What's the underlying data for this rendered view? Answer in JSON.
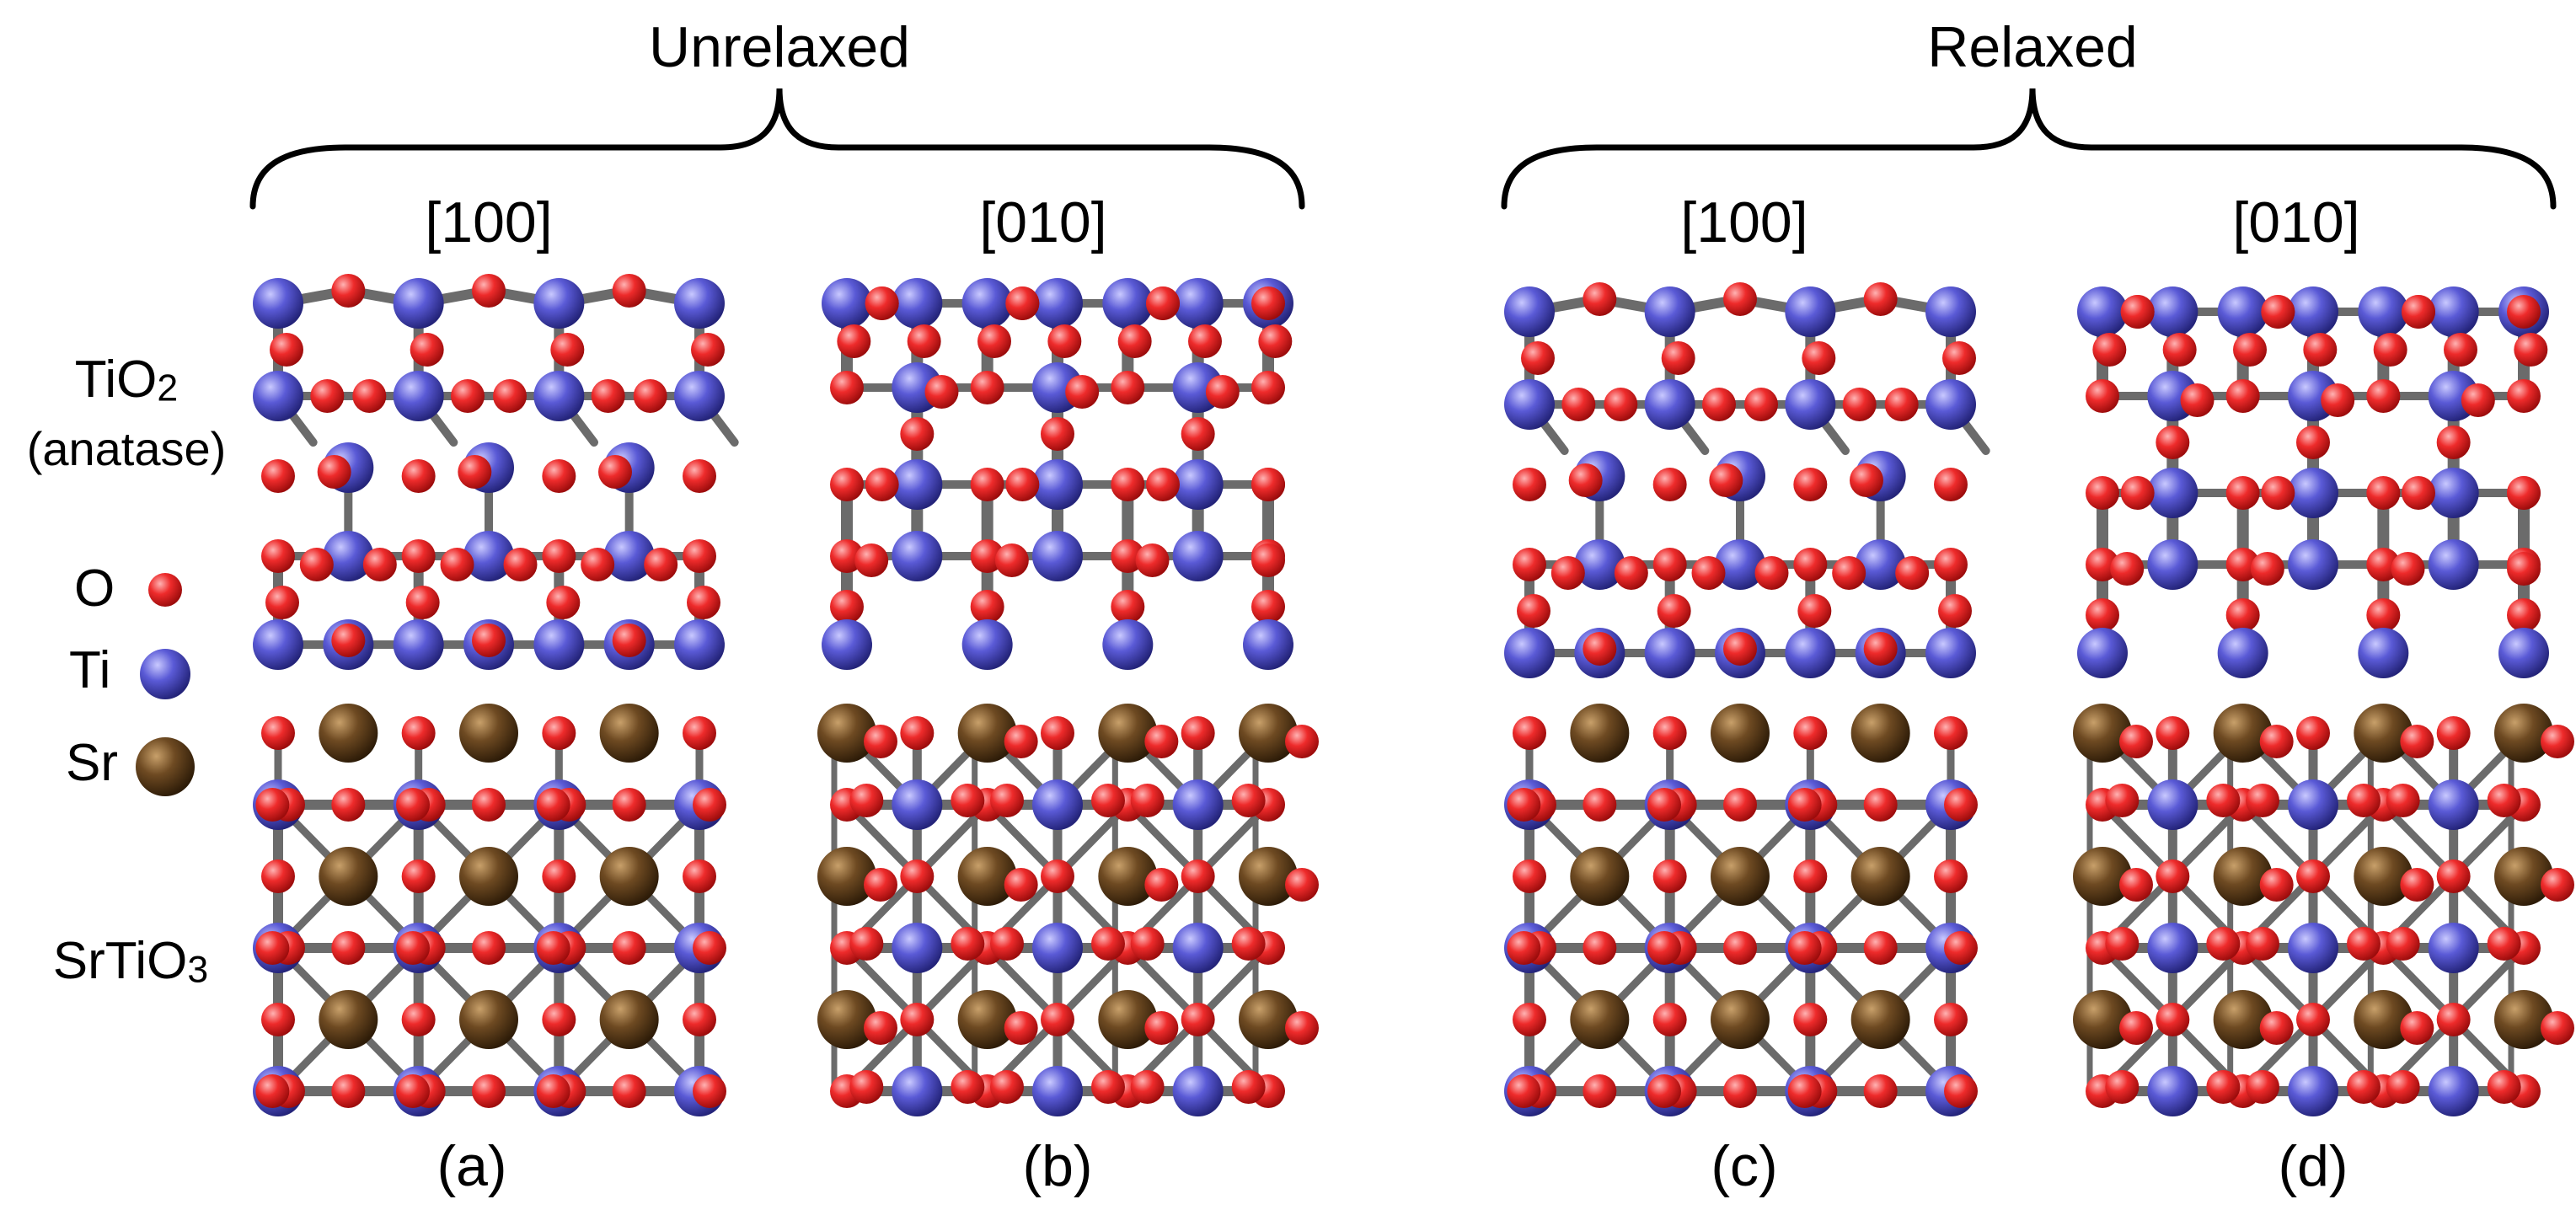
{
  "groups": {
    "unrelaxed": "Unrelaxed",
    "relaxed": "Relaxed"
  },
  "directions": {
    "a": "[100]",
    "b": "[010]",
    "c": "[100]",
    "d": "[010]"
  },
  "panels": {
    "a": "(a)",
    "b": "(b)",
    "c": "(c)",
    "d": "(d)"
  },
  "materials": {
    "tio2_base": "TiO",
    "tio2_sub": "2",
    "tio2_phase": "(anatase)",
    "srtio3_base": "SrTiO",
    "srtio3_sub": "3"
  },
  "legend": {
    "items": [
      {
        "label": "O",
        "color": "#ee2b2b",
        "icon": "oxygen-atom-icon"
      },
      {
        "label": "Ti",
        "color": "#5a5ad6",
        "icon": "titanium-atom-icon"
      },
      {
        "label": "Sr",
        "color": "#6e4a22",
        "icon": "strontium-atom-icon"
      }
    ]
  },
  "colors": {
    "oxygen": "#ee2b2b",
    "titanium": "#5a5ad6",
    "strontium": "#6e4a22",
    "bond": "#6b6b6b",
    "bracket": "#000000"
  }
}
